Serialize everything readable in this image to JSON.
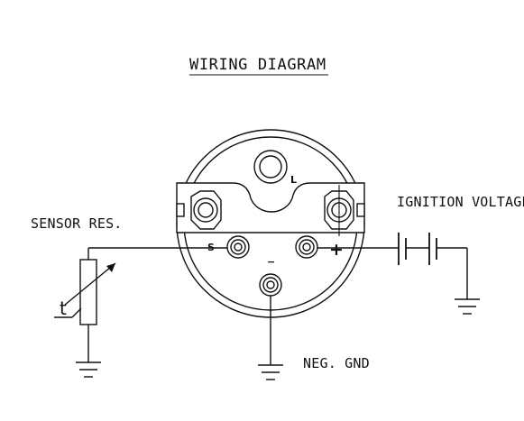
{
  "title": "WIRING DIAGRAM",
  "labels": {
    "sensor": "SENSOR RES.",
    "ignition": "IGNITION VOLTAGE",
    "neg_gnd": "NEG. GND",
    "thermo": "t",
    "terminal_s": "S",
    "terminal_plus": "+",
    "terminal_minus": "−",
    "terminal_l": "L"
  },
  "colors": {
    "line": "#111111",
    "background": "#ffffff"
  }
}
